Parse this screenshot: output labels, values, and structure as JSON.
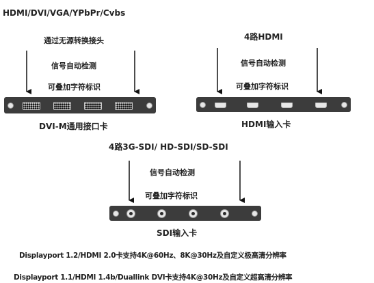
{
  "top_left_title": "HDMI/DVI/VGA/YPbPr/Cvbs",
  "dvi_card": {
    "label1": "通过无源转换接头",
    "label2": "信号自动检测",
    "label3": "可叠加字符标识",
    "name": "DVI-M通用接口卡"
  },
  "hdmi_card": {
    "title": "4路HDMI",
    "label2": "信号自动检测",
    "label3": "可叠加字符标识",
    "name": "HDMI输入卡"
  },
  "sdi_card": {
    "title": "4路3G-SDI/ HD-SDI/SD-SDI",
    "label2": "信号自动检测",
    "label3": "可叠加字符标识",
    "name": "SDI输入卡"
  },
  "footer": {
    "line1": "Displayport 1.2/HDMI 2.0卡支持4K@60Hz、8K@30Hz及自定义极高清分辨率",
    "line2": "Displayport 1.1/HDMI 1.4b/Duallink DVI卡支持4K@30Hz及自定义超高清分辨率"
  },
  "colors": {
    "card": "#3c3c3c",
    "text": "#222222",
    "arrow": "#111111"
  }
}
